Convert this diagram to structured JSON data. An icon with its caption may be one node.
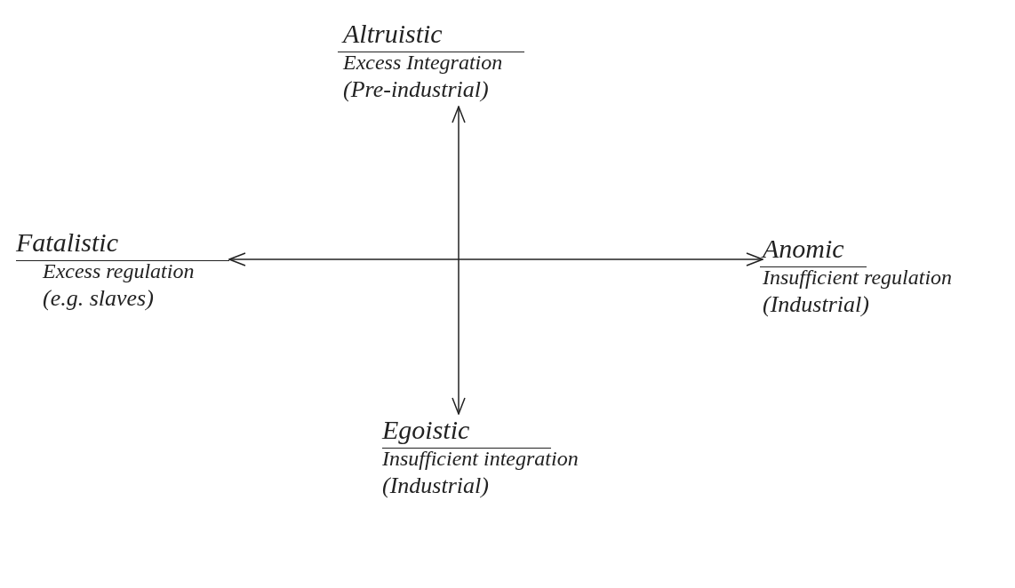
{
  "diagram": {
    "nodes": [
      {
        "text": [
          "Altruistic",
          "Excess Integration",
          "(Pre-industrial)"
        ]
      },
      {
        "text": [
          "Fatalistic",
          "Excess regulation",
          "(e.g. slaves)"
        ]
      },
      {
        "text": [
          "Anomic",
          "Insufficient regulation",
          "(Industrial)"
        ]
      },
      {
        "text": [
          "Egoistic",
          "Insufficient integration",
          "(Industrial)"
        ]
      }
    ],
    "edges": [
      {
        "from": 0,
        "to": 3,
        "arrow": "both"
      },
      {
        "from": 1,
        "to": 2,
        "arrow": "both"
      }
    ]
  }
}
